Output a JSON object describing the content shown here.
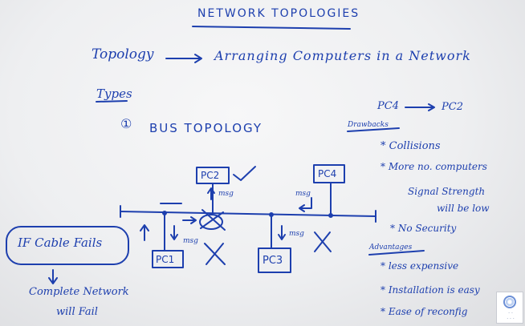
{
  "title": "NETWORK TOPOLOGIES",
  "definition": {
    "term": "Topology",
    "arrow": "⟶",
    "meaning": "Arranging Computers in a Network"
  },
  "types_heading": "Types",
  "bus_item": {
    "number": "①",
    "label": "BUS TOPOLOGY"
  },
  "diagram": {
    "nodes": [
      "PC2",
      "PC4",
      "PC1",
      "PC3"
    ],
    "msg_label": "msg"
  },
  "transfer": {
    "from": "PC4",
    "arrow": "⟶",
    "to": "PC2"
  },
  "drawbacks": {
    "heading": "Drawbacks",
    "items": [
      "* Collisions",
      "* More no. computers",
      "Signal Strength",
      "will be low",
      "* No Security"
    ]
  },
  "advantages": {
    "heading": "Advantages",
    "items": [
      "* less expensive",
      "* Installation is easy",
      "* Ease of reconfig"
    ]
  },
  "failure": {
    "box_text": "IF Cable Fails",
    "arrow": "↓",
    "result_line1": "Complete Network",
    "result_line2": "will Fail"
  },
  "ink_color": "#1d3fae"
}
